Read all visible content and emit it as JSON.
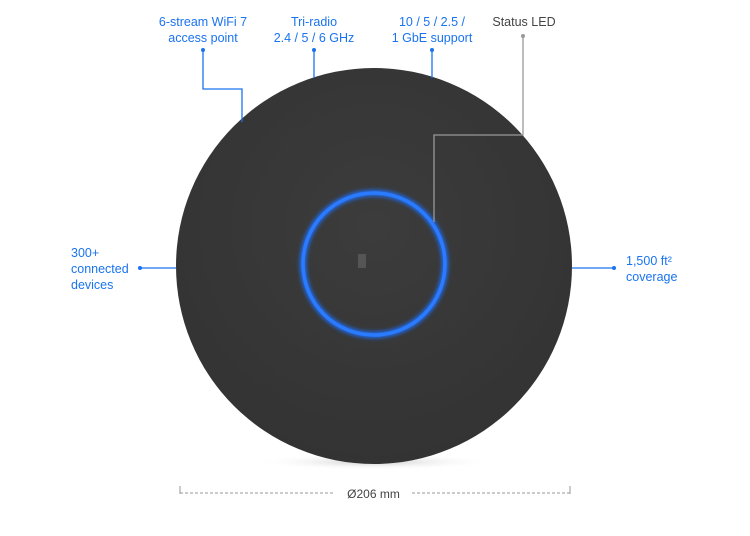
{
  "callouts": {
    "wifi": [
      "6-stream WiFi 7",
      "access point"
    ],
    "radio": [
      "Tri-radio",
      "2.4 / 5 / 6 GHz"
    ],
    "ethernet": [
      "10 / 5 / 2.5 /",
      "1 GbE support"
    ],
    "led": "Status LED",
    "devices": [
      "300+",
      "connected",
      "devices"
    ],
    "coverage": [
      "1,500 ft²",
      "coverage"
    ]
  },
  "dimension": "Ø206 mm",
  "colors": {
    "accent": "#1a73f0",
    "device": "#3a3a3a",
    "led": "#1f6fff"
  }
}
